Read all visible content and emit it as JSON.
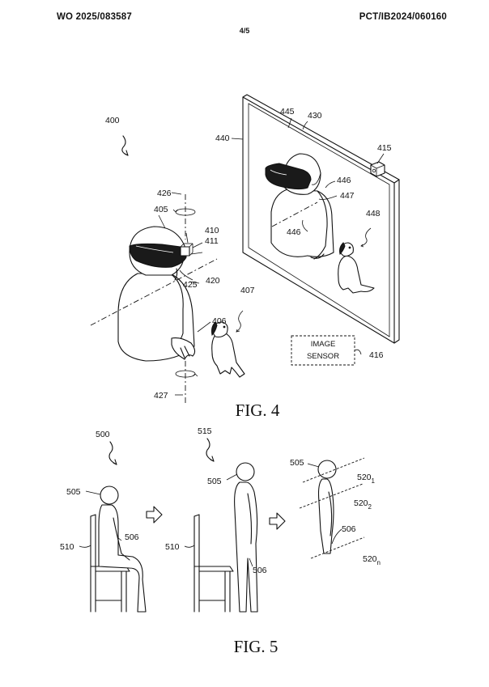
{
  "header": {
    "publication_number": "WO 2025/083587",
    "application_number": "PCT/IB2024/060160",
    "page": "4/5"
  },
  "fig4": {
    "caption": "FIG. 4",
    "box_label_line1": "IMAGE",
    "box_label_line2": "SENSOR",
    "refs": {
      "r400": "400",
      "r405": "405",
      "r406": "406",
      "r407": "407",
      "r410": "410",
      "r411": "411",
      "r415": "415",
      "r416": "416",
      "r420": "420",
      "r425": "425",
      "r426": "426",
      "r427": "427",
      "r430": "430",
      "r440": "440",
      "r445": "445",
      "r446a": "446",
      "r446b": "446",
      "r447": "447",
      "r448": "448"
    }
  },
  "fig5": {
    "caption": "FIG. 5",
    "refs": {
      "r500": "500",
      "r505a": "505",
      "r506a": "506",
      "r510a": "510",
      "r515": "515",
      "r505b": "505",
      "r510b": "510",
      "r506b": "506",
      "r505c": "505",
      "r506c": "506"
    },
    "plane_labels": [
      {
        "base": "520",
        "sub": "1"
      },
      {
        "base": "520",
        "sub": "2"
      },
      {
        "base": "520",
        "sub": "n"
      }
    ]
  }
}
